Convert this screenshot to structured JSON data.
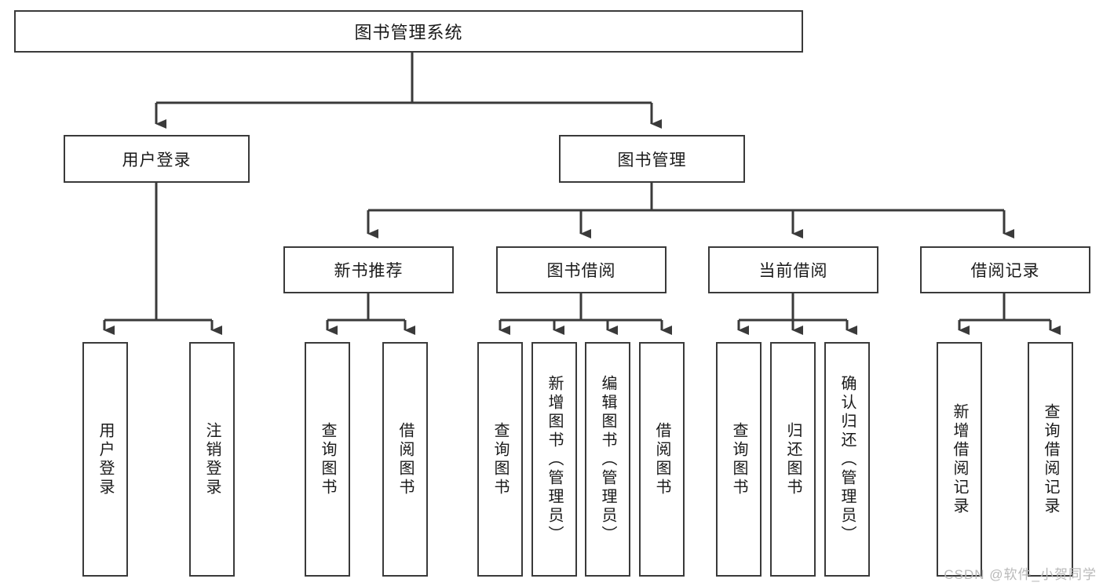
{
  "diagram": {
    "title": "图书管理系统",
    "type": "tree-hierarchy-diagram",
    "root": {
      "label": "图书管理系统"
    },
    "level2": [
      {
        "label": "用户登录"
      },
      {
        "label": "图书管理"
      }
    ],
    "level3": [
      {
        "label": "新书推荐"
      },
      {
        "label": "图书借阅"
      },
      {
        "label": "当前借阅"
      },
      {
        "label": "借阅记录"
      }
    ],
    "leaves": [
      {
        "label": "用户登录"
      },
      {
        "label": "注销登录"
      },
      {
        "label": "查询图书"
      },
      {
        "label": "借阅图书"
      },
      {
        "label": "查询图书"
      },
      {
        "label": "新增图书（管理员）"
      },
      {
        "label": "编辑图书（管理员）"
      },
      {
        "label": "借阅图书"
      },
      {
        "label": "查询图书"
      },
      {
        "label": "归还图书"
      },
      {
        "label": "确认归还（管理员）"
      },
      {
        "label": "新增借阅记录"
      },
      {
        "label": "查询借阅记录"
      }
    ],
    "watermark": "CSDN @软件_小贺同学",
    "colors": {
      "stroke": "#3a3a3a",
      "fill": "#ffffff",
      "text": "#1a1a1a",
      "watermark": "#b9b9b9"
    }
  }
}
